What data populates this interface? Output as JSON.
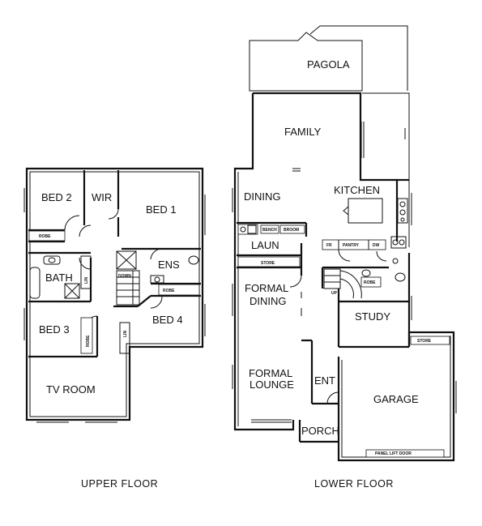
{
  "upper_floor": {
    "caption": "UPPER FLOOR",
    "rooms": {
      "bed2": "BED 2",
      "wir": "WIR",
      "bed1": "BED 1",
      "bath": "BATH",
      "ens": "ENS",
      "bed3": "BED 3",
      "bed4": "BED 4",
      "tv_room": "TV ROOM"
    },
    "fixtures": {
      "robe_bed2": "ROBE",
      "robe_bed3": "ROBE",
      "robe_bed4": "ROBE",
      "lin_bath": "LIN",
      "lin_hall": "LIN",
      "stair_down": "DOWN"
    }
  },
  "lower_floor": {
    "caption": "LOWER FLOOR",
    "rooms": {
      "pagola": "PAGOLA",
      "family": "FAMILY",
      "dining": "DINING",
      "kitchen": "KITCHEN",
      "laun": "LAUN",
      "formal_dining_1": "FORMAL",
      "formal_dining_2": "DINING",
      "study": "STUDY",
      "formal_lounge_1": "FORMAL",
      "formal_lounge_2": "LOUNGE",
      "ent": "ENT",
      "garage": "GARAGE",
      "porch": "PORCH"
    },
    "fixtures": {
      "bench": "BENCH",
      "broom": "BROOM",
      "store_laun": "STORE",
      "fr": "FR",
      "pantry": "PANTRY",
      "dw": "DW",
      "robe": "ROBE",
      "stair_up": "UP",
      "store_garage": "STORE",
      "panel_lift_door": "PANEL LIFT DOOR"
    }
  }
}
